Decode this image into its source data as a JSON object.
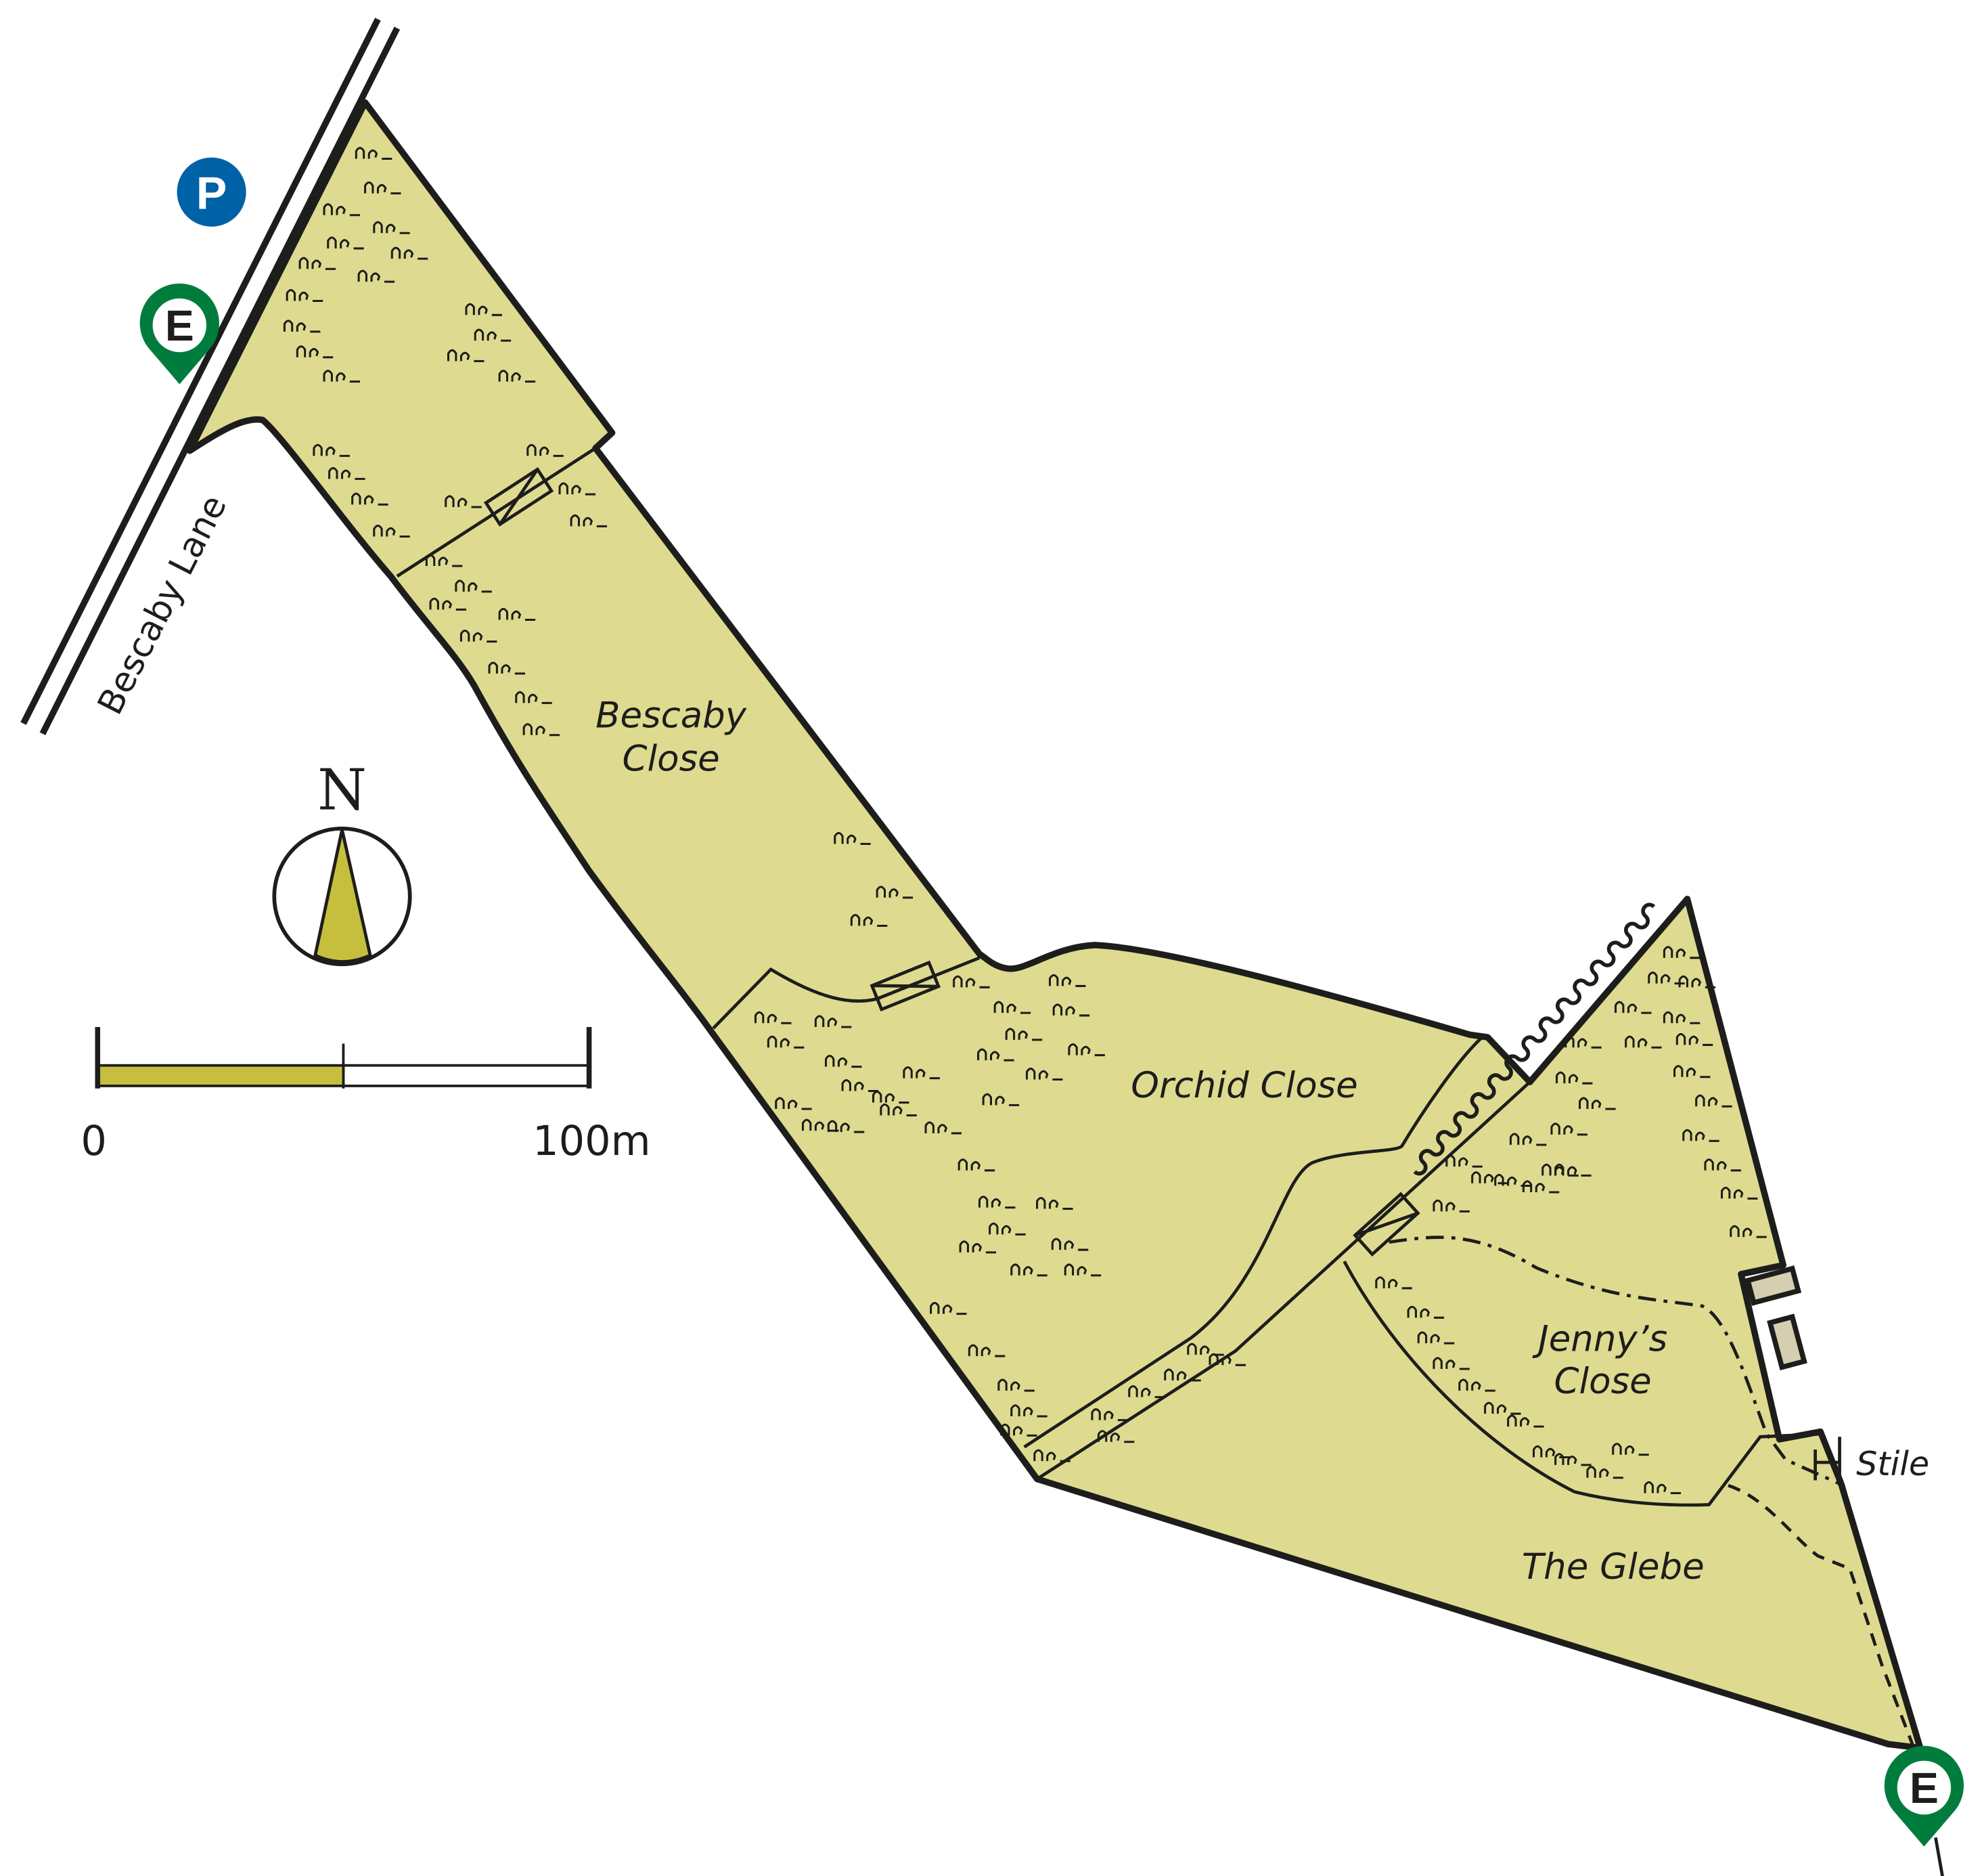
{
  "map": {
    "fields": [
      {
        "name": "Bescaby Close",
        "line1": "Bescaby",
        "line2": "Close"
      },
      {
        "name": "Orchid Close",
        "line1": "Orchid Close"
      },
      {
        "name": "Jenny's Close",
        "line1": "Jenny’s",
        "line2": "Close"
      },
      {
        "name": "The Glebe",
        "line1": "The Glebe"
      }
    ],
    "road_label": "Bescaby Lane",
    "stile_label": "Stile",
    "parking_symbol": "P",
    "entrance_symbol": "E",
    "north_label": "N",
    "scale": {
      "start": "0",
      "end": "100m"
    },
    "colors": {
      "field": "#dedb91",
      "outline": "#1d1d1b",
      "parking": "#0062a6",
      "entrance": "#007c3d",
      "building": "#d6ceb0",
      "scale_fill": "#c5bf3d"
    }
  }
}
